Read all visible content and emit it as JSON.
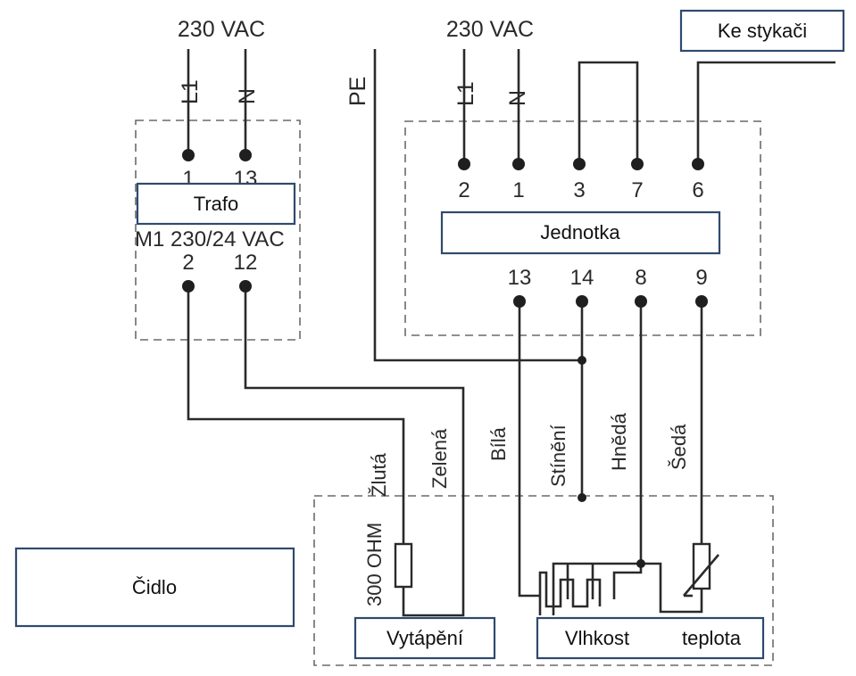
{
  "supply_left": {
    "voltage": "230 VAC",
    "l1": "L1",
    "n": "N"
  },
  "supply_right": {
    "voltage": "230 VAC",
    "l1": "L1",
    "n": "N"
  },
  "pe": "PE",
  "trafo": {
    "label": "Trafo",
    "pins_top": [
      "1",
      "13"
    ],
    "model": "M1 230/24 VAC",
    "pins_bottom": [
      "2",
      "12"
    ]
  },
  "unit": {
    "label": "Jednotka",
    "pins_top": [
      "2",
      "1",
      "3",
      "7",
      "6"
    ],
    "pins_bottom": [
      "13",
      "14",
      "8",
      "9"
    ]
  },
  "contactor_label": "Ke stykači",
  "wires": {
    "zluta": "Žlutá",
    "zelena": "Zelená",
    "bila": "Bílá",
    "stineni": "Stínění",
    "hneda": "Hnědá",
    "seda": "Šedá"
  },
  "sensor": {
    "label": "Čidlo",
    "resistor": "300 OHM",
    "heating": "Vytápění",
    "humidity": "Vlhkost",
    "temperature": "teplota"
  }
}
